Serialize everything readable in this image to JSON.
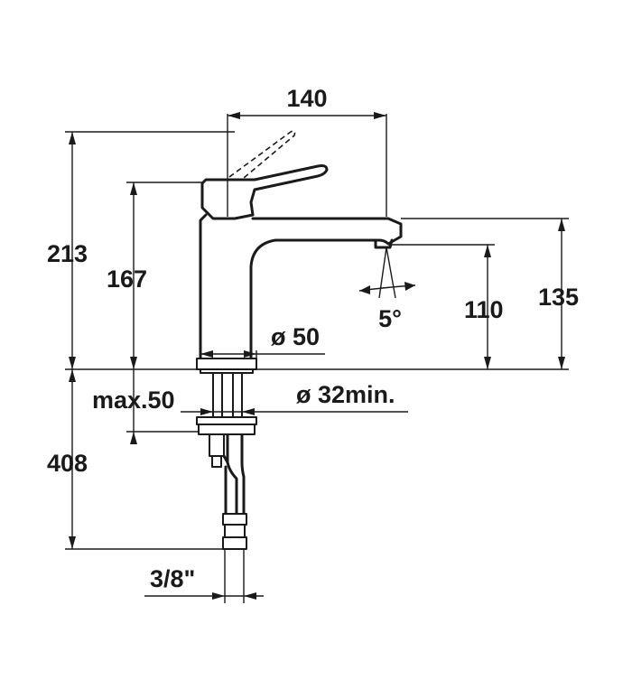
{
  "dimensions": {
    "width_top": "140",
    "total_height": "213",
    "lever_height": "167",
    "spout_height": "135",
    "outlet_height": "110",
    "angle": "5°",
    "base_diameter": "ø 50",
    "hole_diameter": "ø 32min.",
    "max_thickness": "max.50",
    "hose_length": "408",
    "thread": "3/8\""
  },
  "colors": {
    "line": "#1a1a1a",
    "background": "#ffffff"
  }
}
